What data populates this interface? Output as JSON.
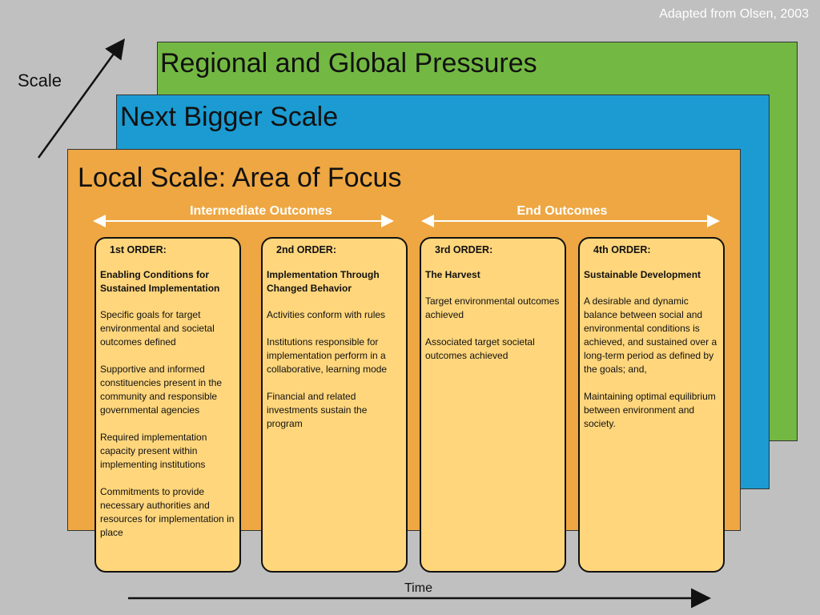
{
  "credit": "Adapted from Olsen, 2003",
  "axes": {
    "scale": "Scale",
    "time": "Time"
  },
  "layers": {
    "regional": "Regional and Global Pressures",
    "bigger": "Next Bigger Scale",
    "local": "Local Scale: Area of Focus"
  },
  "outcome_groups": {
    "intermediate": "Intermediate Outcomes",
    "end": "End Outcomes"
  },
  "colors": {
    "green": "#73b843",
    "blue": "#1b9bd1",
    "orange": "#eea742",
    "card": "#ffd67c"
  },
  "cards": [
    {
      "order": "1st ORDER:",
      "heading": "Enabling Conditions for Sustained Implementation",
      "points": [
        "Specific goals for target environmental and societal outcomes defined",
        "Supportive and informed constituencies present in the community and responsible governmental agencies",
        "Required implementation capacity present within implementing institutions",
        "Commitments to provide necessary authorities and resources for implementation in place"
      ]
    },
    {
      "order": "2nd ORDER:",
      "heading": "Implementation Through Changed Behavior",
      "points": [
        "Activities conform with rules",
        "Institutions responsible for implementation perform in a collaborative, learning mode",
        "Financial and related investments sustain the program"
      ]
    },
    {
      "order": "3rd ORDER:",
      "heading": "The Harvest",
      "points": [
        "Target environmental outcomes achieved",
        "Associated target societal outcomes achieved"
      ]
    },
    {
      "order": "4th ORDER:",
      "heading": "Sustainable Development",
      "points": [
        "A desirable and dynamic balance between social and environmental conditions is achieved, and sustained over a long-term period as defined by the goals; and,",
        "Maintaining optimal equilibrium between environment and society."
      ]
    }
  ]
}
